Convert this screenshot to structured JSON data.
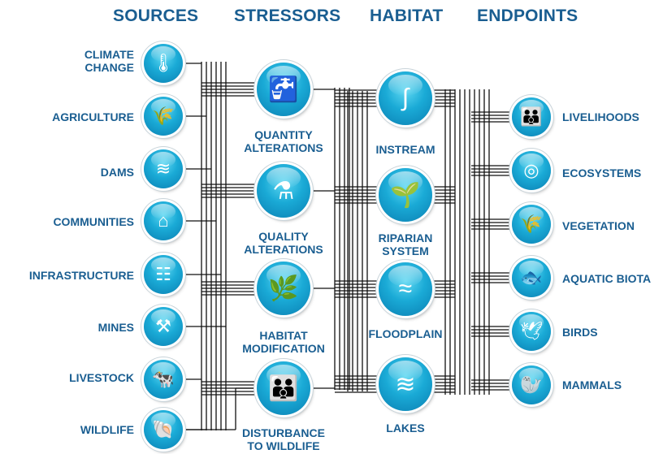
{
  "headers": {
    "sources": "SOURCES",
    "stressors": "STRESSORS",
    "habitat": "HABITAT",
    "endpoints": "ENDPOINTS"
  },
  "sources": [
    {
      "label": "CLIMATE\nCHANGE",
      "icon": "thermometer-icon"
    },
    {
      "label": "AGRICULTURE",
      "icon": "wheat-icon"
    },
    {
      "label": "DAMS",
      "icon": "dam-icon"
    },
    {
      "label": "COMMUNITIES",
      "icon": "house-icon"
    },
    {
      "label": "INFRASTRUCTURE",
      "icon": "ladder-icon"
    },
    {
      "label": "MINES",
      "icon": "pickaxe-icon"
    },
    {
      "label": "LIVESTOCK",
      "icon": "cow-icon"
    },
    {
      "label": "WILDLIFE",
      "icon": "shell-icon"
    }
  ],
  "stressors": [
    {
      "label": "QUANTITY\nALTERATIONS",
      "icon": "faucet-icon"
    },
    {
      "label": "QUALITY\nALTERATIONS",
      "icon": "flask-icon"
    },
    {
      "label": "HABITAT\nMODIFICATION",
      "icon": "reeds-icon"
    },
    {
      "label": "DISTURBANCE\nTO WILDLIFE",
      "icon": "people-icon"
    }
  ],
  "habitat": [
    {
      "label": "INSTREAM",
      "icon": "river-icon"
    },
    {
      "label": "RIPARIAN\nSYSTEM",
      "icon": "cattail-icon"
    },
    {
      "label": "FLOODPLAIN",
      "icon": "floodplain-icon"
    },
    {
      "label": "LAKES",
      "icon": "lake-dam-icon"
    }
  ],
  "endpoints": [
    {
      "label": "LIVELIHOODS",
      "icon": "family-icon"
    },
    {
      "label": "ECOSYSTEMS",
      "icon": "spiral-icon"
    },
    {
      "label": "VEGETATION",
      "icon": "wheat-icon"
    },
    {
      "label": "AQUATIC BIOTA",
      "icon": "fish-icon"
    },
    {
      "label": "BIRDS",
      "icon": "bird-icon"
    },
    {
      "label": "MAMMALS",
      "icon": "manatee-icon"
    }
  ],
  "colors": {
    "text": "#1a5e91",
    "node": "#1aaad6",
    "wire": "#111111"
  }
}
